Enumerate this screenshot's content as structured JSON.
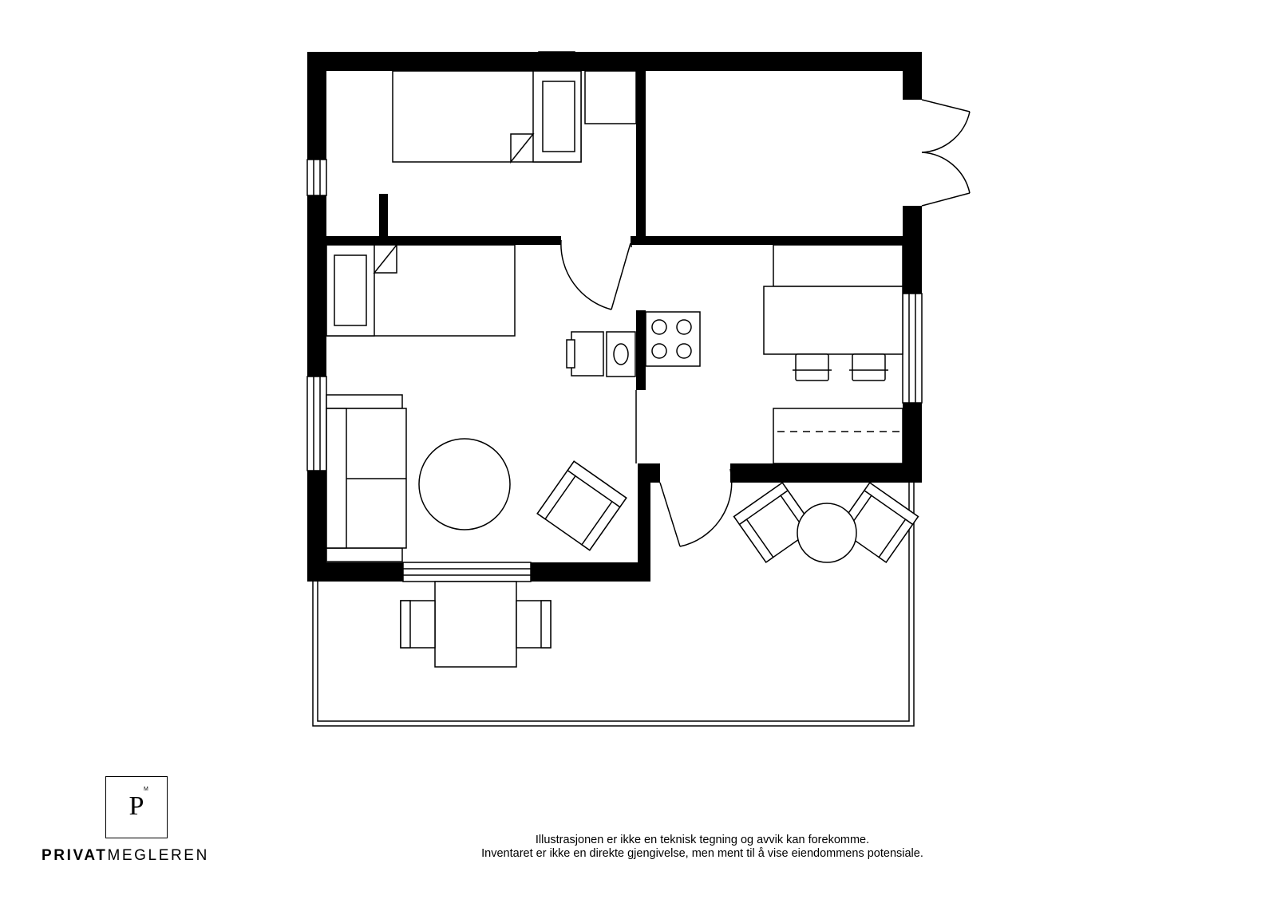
{
  "brand": {
    "mark_letter": "P",
    "mark_superscript": "M",
    "name_bold": "PRIVAT",
    "name_regular": "MEGLEREN"
  },
  "disclaimer": {
    "line1": "Illustrasjonen er ikke en teknisk tegning og avvik kan forekomme.",
    "line2": "Inventaret er ikke en direkte gjengivelse, men ment til å vise eiendommens potensiale."
  },
  "colors": {
    "wall": "#000000",
    "line": "#000000",
    "background": "#ffffff"
  }
}
